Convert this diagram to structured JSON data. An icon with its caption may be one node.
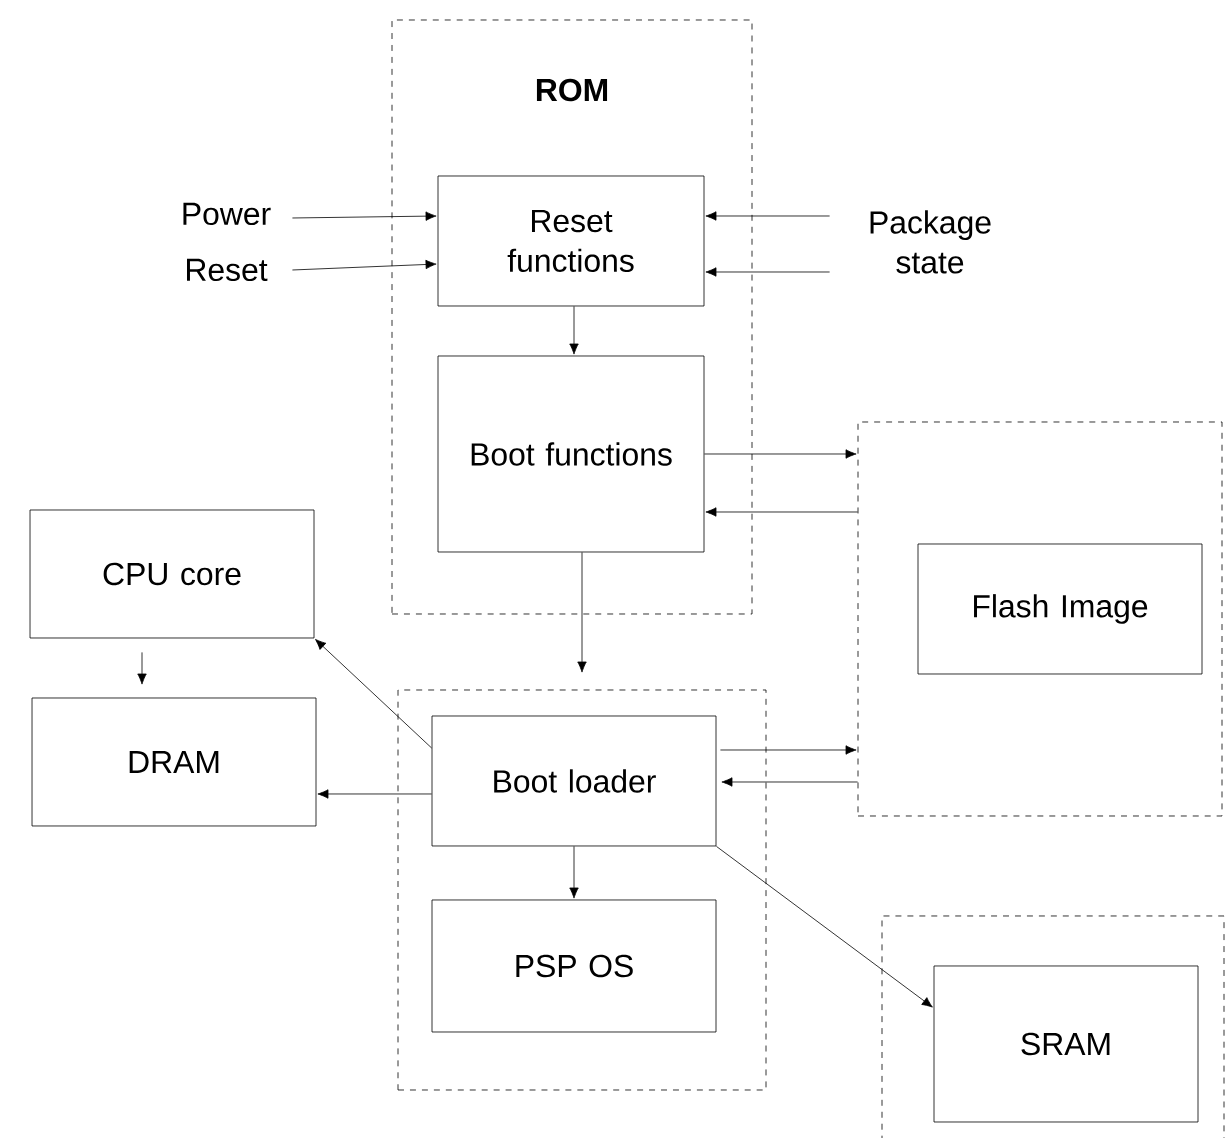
{
  "diagram": {
    "nodes": [
      {
        "text": [
          "ROM"
        ]
      },
      {
        "text": [
          "Reset functions"
        ],
        "in": 0
      },
      {
        "text": [
          "Boot functions"
        ],
        "in": 0
      },
      {
        "text": [
          "Power"
        ]
      },
      {
        "text": [
          "Reset"
        ]
      },
      {
        "text": [
          "Package state"
        ]
      },
      {
        "text": [],
        "shape": "box"
      },
      {
        "text": [
          "Flash Image"
        ],
        "in": 6
      },
      {
        "text": [
          "CPU core"
        ]
      },
      {
        "text": [
          "DRAM"
        ]
      },
      {
        "text": [],
        "shape": "box"
      },
      {
        "text": [
          "Boot loader"
        ],
        "in": 10
      },
      {
        "text": [
          "PSP OS"
        ],
        "in": 10
      },
      {
        "text": [],
        "shape": "box"
      },
      {
        "text": [
          "SRAM"
        ],
        "in": 13
      }
    ],
    "edges": [
      {
        "from": 3,
        "to": 1,
        "arrow": "to"
      },
      {
        "from": 4,
        "to": 1,
        "arrow": "to"
      },
      {
        "from": 5,
        "to": 1,
        "arrow": "to"
      },
      {
        "from": 5,
        "to": 1,
        "arrow": "to"
      },
      {
        "from": 1,
        "to": 2,
        "arrow": "to"
      },
      {
        "from": 2,
        "to": 6,
        "arrow": "to"
      },
      {
        "from": 6,
        "to": 2,
        "arrow": "to"
      },
      {
        "from": 2,
        "to": 10,
        "arrow": "to"
      },
      {
        "from": 8,
        "to": 9,
        "arrow": "to"
      },
      {
        "from": 11,
        "to": 8,
        "arrow": "to"
      },
      {
        "from": 11,
        "to": 9,
        "arrow": "to"
      },
      {
        "from": 11,
        "to": 6,
        "arrow": "to"
      },
      {
        "from": 6,
        "to": 11,
        "arrow": "to"
      },
      {
        "from": 11,
        "to": 12,
        "arrow": "to"
      },
      {
        "from": 11,
        "to": 14,
        "arrow": "to"
      }
    ]
  }
}
